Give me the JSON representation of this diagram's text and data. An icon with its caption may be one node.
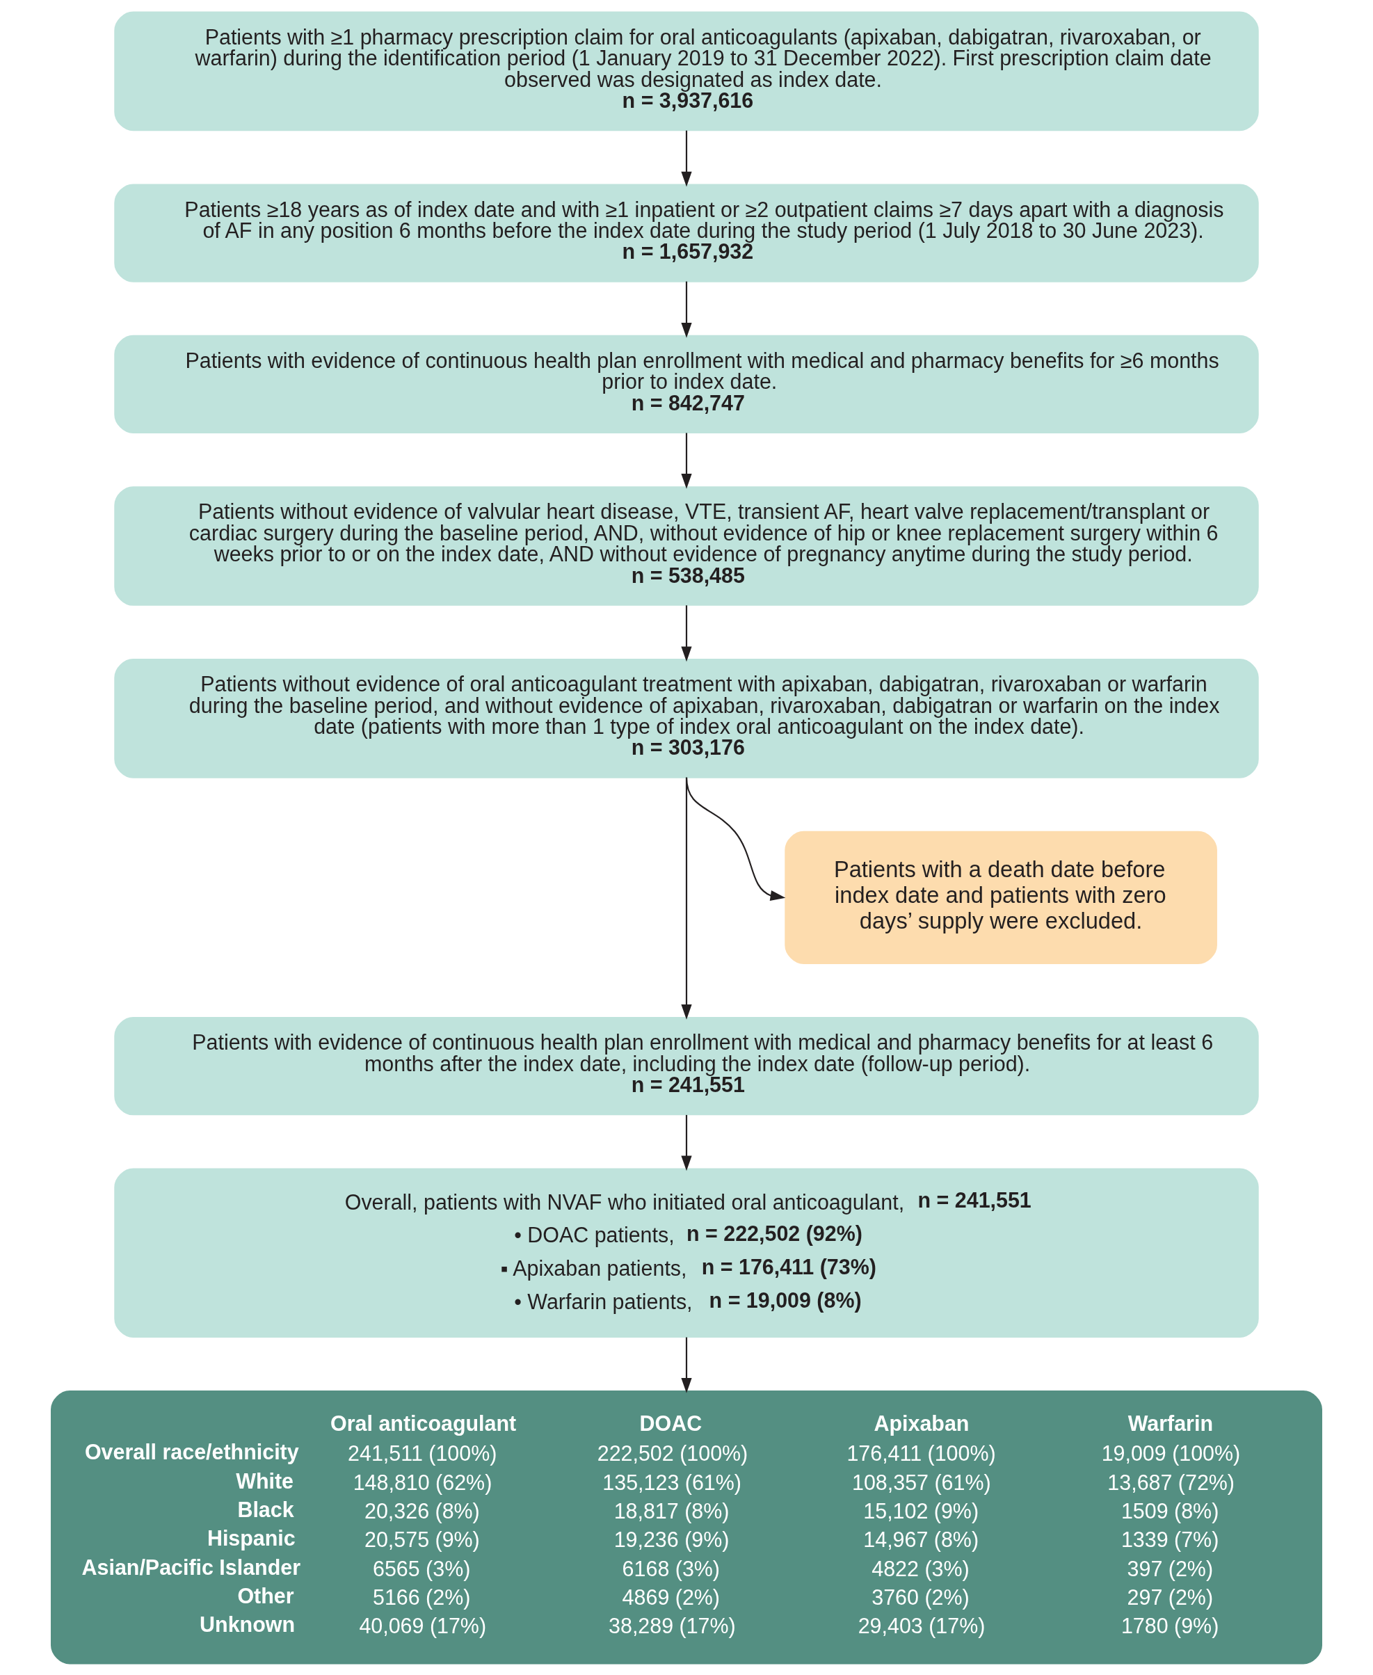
{
  "diagram": {
    "nodes": [
      {
        "text": [
          "Patients with ≥1 pharmacy prescription claim for oral anticoagulants (apixaban, dabigatran, rivaroxaban, or warfarin) during the identification period (1 January 2019 to 31 December 2022). First prescription claim date observed was designated as index date.",
          "n = 3,937,616"
        ]
      },
      {
        "text": [
          "Patients ≥18 years as of index date and with ≥1 inpatient or ≥2 outpatient claims ≥7 days apart with a diagnosis of AF in any position 6 months before the index date during the study period (1 July 2018 to 30 June 2023).",
          "n = 1,657,932"
        ]
      },
      {
        "text": [
          "Patients with evidence of continuous health plan enrollment with medical and pharmacy benefits for ≥6 months prior to index date.",
          "n = 842,747"
        ]
      },
      {
        "text": [
          "Patients without evidence of valvular heart disease, VTE, transient AF, heart valve replacement/transplant or cardiac surgery during the baseline period, AND, without evidence of hip or knee replacement surgery within 6 weeks prior to or on the index date, AND without evidence of pregnancy anytime during the study period.",
          "n = 538,485"
        ]
      },
      {
        "text": [
          "Patients without evidence of oral anticoagulant treatment with apixaban, dabigatran, rivaroxaban or warfarin during the baseline period, and without evidence of apixaban, rivaroxaban, dabigatran or warfarin on the index date (patients with more than 1 type of index oral anticoagulant on the index date).",
          "n = 303,176"
        ]
      },
      {
        "text": [
          "Patients with a death date before index date and patients with zero days’ supply were excluded."
        ]
      },
      {
        "text": [
          "Patients with evidence of continuous health plan enrollment with medical and pharmacy benefits for at least 6 months after the index date, including the index date (follow-up period).",
          "n = 241,551"
        ]
      },
      {
        "text": [
          "Overall, patients with NVAF who initiated oral anticoagulant, **n = 241,551**",
          "• DOAC patients, **n = 222,502 (92%)**",
          "▪ Apixaban patients, **n = 176,411 (73%)**",
          "• Warfarin patients, **n = 19,009 (8%)**"
        ]
      },
      {
        "text": [
          "Oral anticoagulant",
          "DOAC",
          "Apixaban",
          "Warfarin",
          "Overall race/ethnicity",
          "241,511 (100%)",
          "222,502 (100%)",
          "176,411 (100%)",
          "19,009 (100%)",
          "White",
          "148,810 (62%)",
          "135,123 (61%)",
          "108,357 (61%)",
          "13,687 (72%)",
          "Black",
          "20,326 (8%)",
          "18,817 (8%)",
          "15,102 (9%)",
          "1509 (8%)",
          "Hispanic",
          "20,575 (9%)",
          "19,236 (9%)",
          "14,967 (8%)",
          "1339 (7%)",
          "Asian/Pacific Islander",
          "6565 (3%)",
          "6168 (3%)",
          "4822 (3%)",
          "397 (2%)",
          "Other",
          "5166 (2%)",
          "4869 (2%)",
          "3760 (2%)",
          "297 (2%)",
          "Unknown",
          "40,069 (17%)",
          "38,289 (17%)",
          "29,403 (17%)",
          "1780 (9%)"
        ]
      }
    ],
    "edges": [
      {
        "from": 0,
        "to": 1,
        "arrow": "to"
      },
      {
        "from": 1,
        "to": 2,
        "arrow": "to"
      },
      {
        "from": 2,
        "to": 3,
        "arrow": "to"
      },
      {
        "from": 3,
        "to": 4,
        "arrow": "to"
      },
      {
        "from": 4,
        "to": 6,
        "arrow": "to"
      },
      {
        "from": 4,
        "to": 5,
        "arrow": "to"
      },
      {
        "from": 6,
        "to": 7,
        "arrow": "to"
      },
      {
        "from": 7,
        "to": 8,
        "arrow": "to"
      }
    ]
  }
}
